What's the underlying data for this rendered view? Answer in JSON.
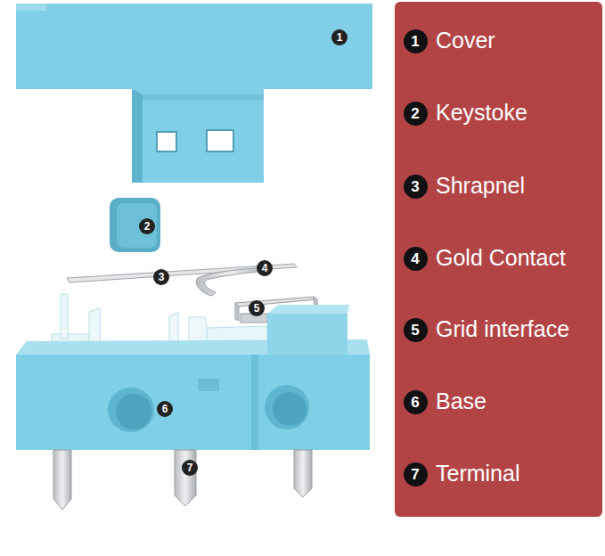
{
  "diagram": {
    "nodes": [
      {
        "text": [
          "1"
        ]
      },
      {
        "text": [
          "2"
        ]
      },
      {
        "text": [
          "3"
        ]
      },
      {
        "text": [
          "4"
        ]
      },
      {
        "text": [
          "5"
        ]
      },
      {
        "text": [
          "6"
        ]
      },
      {
        "text": [
          "7"
        ]
      },
      {
        "text": [
          "1"
        ]
      },
      {
        "text": [
          "2"
        ]
      },
      {
        "text": [
          "3"
        ]
      },
      {
        "text": [
          "4"
        ]
      },
      {
        "text": [
          "5"
        ]
      },
      {
        "text": [
          "6"
        ]
      },
      {
        "text": [
          "7"
        ]
      }
    ],
    "labels": [
      "Cover",
      "Keystoke",
      "Shrapnel",
      "Gold Contact",
      "Grid interface",
      "Base",
      "Terminal"
    ]
  }
}
